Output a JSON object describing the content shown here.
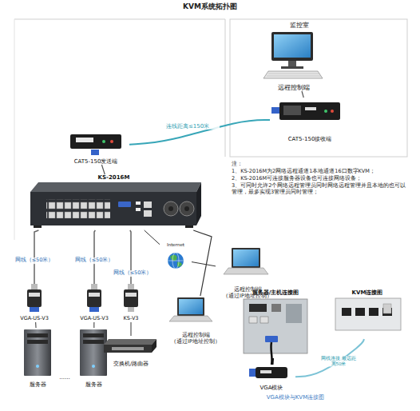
{
  "diagram": {
    "title": "KVM系统拓扑图",
    "nodes": [
      {
        "text": [
          "远程控制端"
        ]
      },
      {
        "text": [
          "CAT5-150接收端"
        ]
      },
      {
        "text": [
          "CAT5-150发送端"
        ]
      },
      {
        "text": [
          "KS-2016M"
        ]
      },
      {
        "text": [
          "VGA-US-V3"
        ]
      },
      {
        "text": [
          "VGA-US-V3"
        ]
      },
      {
        "text": [
          "KS-V3"
        ]
      },
      {
        "text": [
          "服务器"
        ]
      },
      {
        "text": [
          "服务器"
        ]
      },
      {
        "text": [
          "交换机/路由器"
        ]
      },
      {
        "text": [
          "Internet"
        ]
      },
      {
        "text": [
          "远程控制端",
          "（通过IP地址控制）"
        ]
      },
      {
        "text": [
          "远程控制端",
          "（通过IP地址控制）"
        ]
      },
      {
        "text": [
          "服务器/主机连接图"
        ]
      },
      {
        "text": [
          "KVM连接图"
        ]
      },
      {
        "text": [
          "VGA模块"
        ]
      }
    ],
    "edges": [
      {
        "from": 0,
        "to": 1,
        "arrow": "none"
      },
      {
        "from": 1,
        "to": 2,
        "label": "连线距离≤150米",
        "arrow": "none"
      },
      {
        "from": 2,
        "to": 3,
        "arrow": "none"
      },
      {
        "from": 3,
        "to": 4,
        "label": "网线（≤50米）",
        "arrow": "none"
      },
      {
        "from": 3,
        "to": 5,
        "label": "网线（≤50米）",
        "arrow": "none"
      },
      {
        "from": 3,
        "to": 6,
        "label": "网线（≤50米）",
        "arrow": "none"
      },
      {
        "from": 4,
        "to": 7,
        "arrow": "none"
      },
      {
        "from": 5,
        "to": 8,
        "arrow": "none"
      },
      {
        "from": 6,
        "to": 9,
        "arrow": "none"
      },
      {
        "from": 3,
        "to": 10,
        "arrow": "none"
      },
      {
        "from": 10,
        "to": 11,
        "arrow": "none"
      },
      {
        "from": 3,
        "to": 12,
        "arrow": "none"
      },
      {
        "from": 15,
        "to": 13,
        "arrow": "none"
      },
      {
        "from": 15,
        "to": 14,
        "label": "网线连接 最远距离50米",
        "arrow": "none"
      }
    ],
    "labels": [
      "监控室",
      "注：",
      "1、KS-2016M为2网络远程通道1本地通道16口数字KVM；",
      "2、KS-2016M可连接服务器设备也可连接网络设备；",
      "3、可同时允许2个网络远程管理员同时网络远程管理并且本地的也可以管理，最多实现3管理员同时管理；",
      "......",
      "VGA模块与KVM连接图"
    ]
  }
}
